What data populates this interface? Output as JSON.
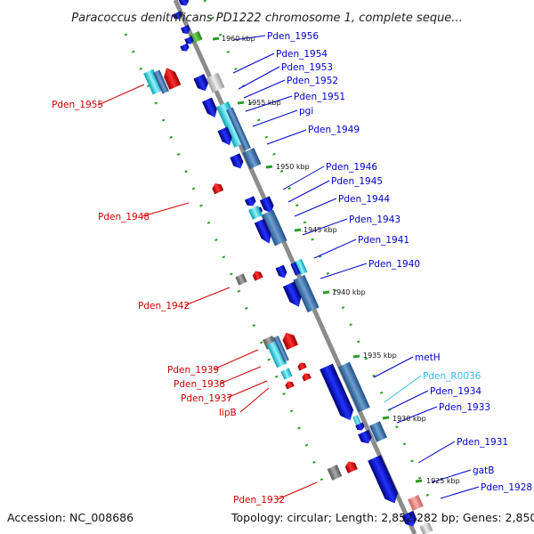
{
  "title": "Paracoccus denitrificans PD1222 chromosome 1, complete seque...",
  "accession": "Accession: NC_008686",
  "topology": "Topology: circular; Length: 2,852,282 bp; Genes: 2,850",
  "colors": {
    "plus_strand": "#0000cc",
    "minus_strand": "#cc0000",
    "rna": "#33ccff",
    "backbone": "#8c8c8c",
    "ticks": "#2a9d2a"
  },
  "kbp_marks": [
    "1960 kbp",
    "1955 kbp",
    "1950 kbp",
    "1945 kbp",
    "1940 kbp",
    "1935 kbp",
    "1930 kbp",
    "1925 kbp"
  ],
  "right_labels": [
    "Pden_1956",
    "Pden_1954",
    "Pden_1953",
    "Pden_1952",
    "Pden_1951",
    "pgi",
    "Pden_1949",
    "Pden_1946",
    "Pden_1945",
    "Pden_1944",
    "Pden_1943",
    "Pden_1941",
    "Pden_1940",
    "metH",
    "Pden_R0036",
    "Pden_1934",
    "Pden_1933",
    "Pden_1931",
    "gatB",
    "Pden_1928"
  ],
  "left_labels": [
    "Pden_1955",
    "Pden_1948",
    "Pden_1942",
    "Pden_1939",
    "Pden_1938",
    "Pden_1937",
    "lipB",
    "Pden_1932"
  ]
}
